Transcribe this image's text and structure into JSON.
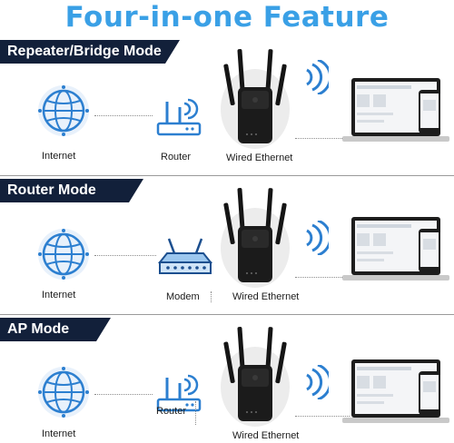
{
  "title": "Four-in-one Feature",
  "colors": {
    "title": "#3aa0e6",
    "band": "#12203a",
    "icon_blue": "#2c7fd0",
    "device": "#151515"
  },
  "icons": [
    "globe-icon",
    "router-icon",
    "modem-icon",
    "wifi-signal-icon",
    "wifi-extender-icon",
    "laptop-icon",
    "phone-icon"
  ],
  "sections": [
    {
      "heading": "Repeater/Bridge Mode",
      "labels": {
        "internet": "Internet",
        "device": "Router",
        "extender": "Wired Ethernet"
      }
    },
    {
      "heading": "Router Mode",
      "labels": {
        "internet": "Internet",
        "device": "Modem",
        "extender": "Wired Ethernet"
      }
    },
    {
      "heading": "AP Mode",
      "labels": {
        "internet": "Internet",
        "device": "Router",
        "extender": "Wired Ethernet"
      }
    }
  ]
}
